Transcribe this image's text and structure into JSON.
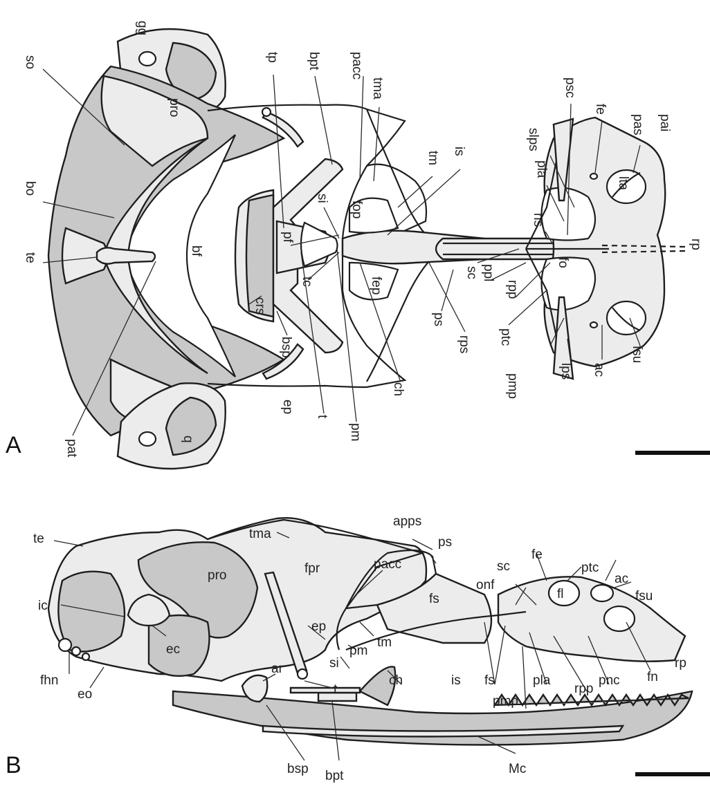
{
  "panels": {
    "a": "A",
    "b": "B"
  },
  "labels_a": {
    "gg": "gg",
    "so": "so",
    "bo": "bo",
    "te": "te",
    "pro": "pro",
    "bf": "bf",
    "tp": "tp",
    "bpt": "bpt",
    "pacc": "pacc",
    "tma": "tma",
    "tm": "tm",
    "is": "is",
    "si": "si",
    "fop": "fop",
    "pf": "pf",
    "tc": "tc",
    "fep": "fep",
    "crs": "crs",
    "bsp": "bsp",
    "pat": "pat",
    "q": "q",
    "ep": "ep",
    "t": "t",
    "pm": "pm",
    "ch": "ch",
    "ps": "ps",
    "rps": "rps",
    "psc": "psc",
    "slps": "slps",
    "pla": "pla",
    "ns": "ns",
    "sc": "sc",
    "ppl": "ppl",
    "rpp": "rpp",
    "fo": "fo",
    "ptc": "ptc",
    "pmp": "pmp",
    "lps": "lps",
    "ac": "ac",
    "fsu": "fsu",
    "fe": "fe",
    "pas": "pas",
    "pai": "pai",
    "lta": "lta",
    "rp": "rp"
  },
  "labels_b": {
    "te": "te",
    "tma": "tma",
    "apps": "apps",
    "pacc": "pacc",
    "ps": "ps",
    "pro": "pro",
    "fpr": "fpr",
    "sc": "sc",
    "fe": "fe",
    "ptc": "ptc",
    "ac": "ac",
    "fsu": "fsu",
    "fs": "fs",
    "onf": "onf",
    "fl": "fl",
    "ic": "ic",
    "ep": "ep",
    "pm": "pm",
    "tm": "tm",
    "si": "si",
    "ch": "ch",
    "is": "is",
    "fs2": "fs",
    "pla": "pla",
    "rpp": "rpp",
    "pnc": "pnc",
    "fn": "fn",
    "rp": "rp",
    "pmp": "pmp",
    "ec": "ec",
    "ar": "ar",
    "t": "t",
    "fhn": "fhn",
    "eo": "eo",
    "bsp": "bsp",
    "bpt": "bpt",
    "Mc": "Mc"
  },
  "colors": {
    "bone": "#c8c8c8",
    "cartilage": "#ececec",
    "outline": "#1e1e1e"
  }
}
